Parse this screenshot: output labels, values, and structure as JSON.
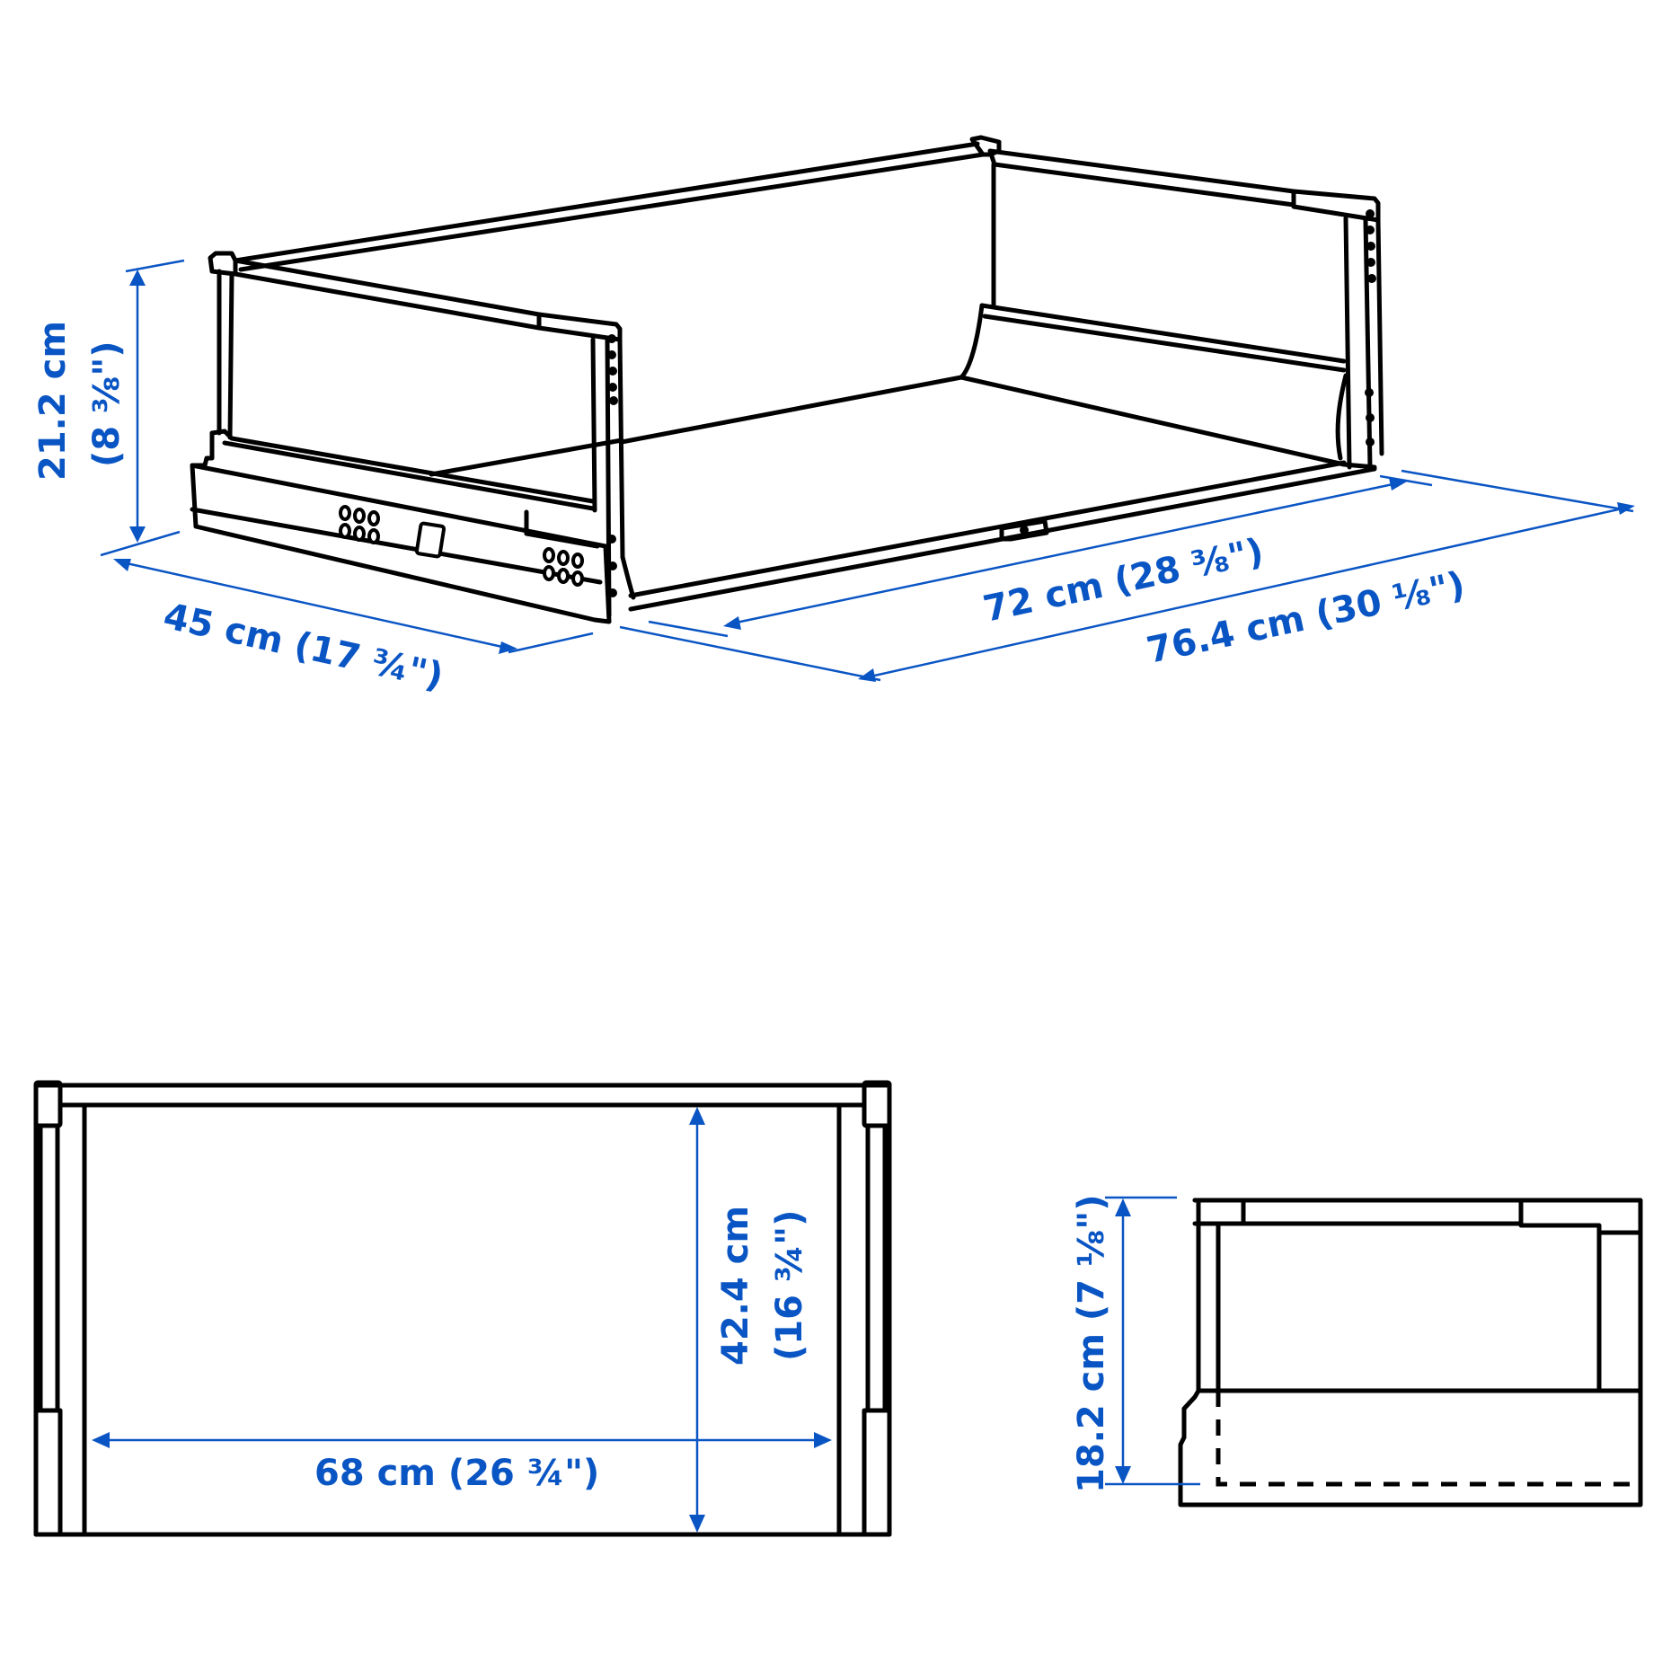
{
  "diagram": {
    "type": "product-dimension-drawing",
    "accent_color": "#0a55c4",
    "line_color": "#000000",
    "views": [
      {
        "name": "isometric-view",
        "dimensions": {
          "height": {
            "metric": "21.2 cm",
            "imperial": "(8 ⅜\")"
          },
          "width": {
            "label": "45 cm (17 ¾\")"
          },
          "inner_depth": {
            "label": "72 cm (28 ⅜\")"
          },
          "outer_depth": {
            "label": "76.4 cm (30 ⅛\")"
          }
        }
      },
      {
        "name": "top-view",
        "dimensions": {
          "inner_depth": {
            "metric": "42.4 cm",
            "imperial": "(16 ¾\")"
          },
          "inner_width": {
            "label": "68 cm (26 ¾\")"
          }
        }
      },
      {
        "name": "side-view",
        "dimensions": {
          "height": {
            "label": "18.2 cm (7 ⅛\")"
          }
        }
      }
    ]
  }
}
